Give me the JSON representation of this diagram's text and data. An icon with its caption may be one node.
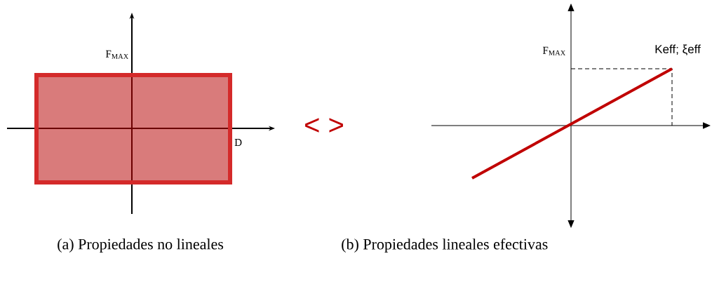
{
  "diagram": {
    "labels": [
      "F$_{MAX}$",
      "D",
      "< >",
      "F$_{MAX}$",
      "Keff; ξeff",
      "(a) Propiedades no lineales",
      "(b) Propiedades lineales efectivas"
    ]
  }
}
